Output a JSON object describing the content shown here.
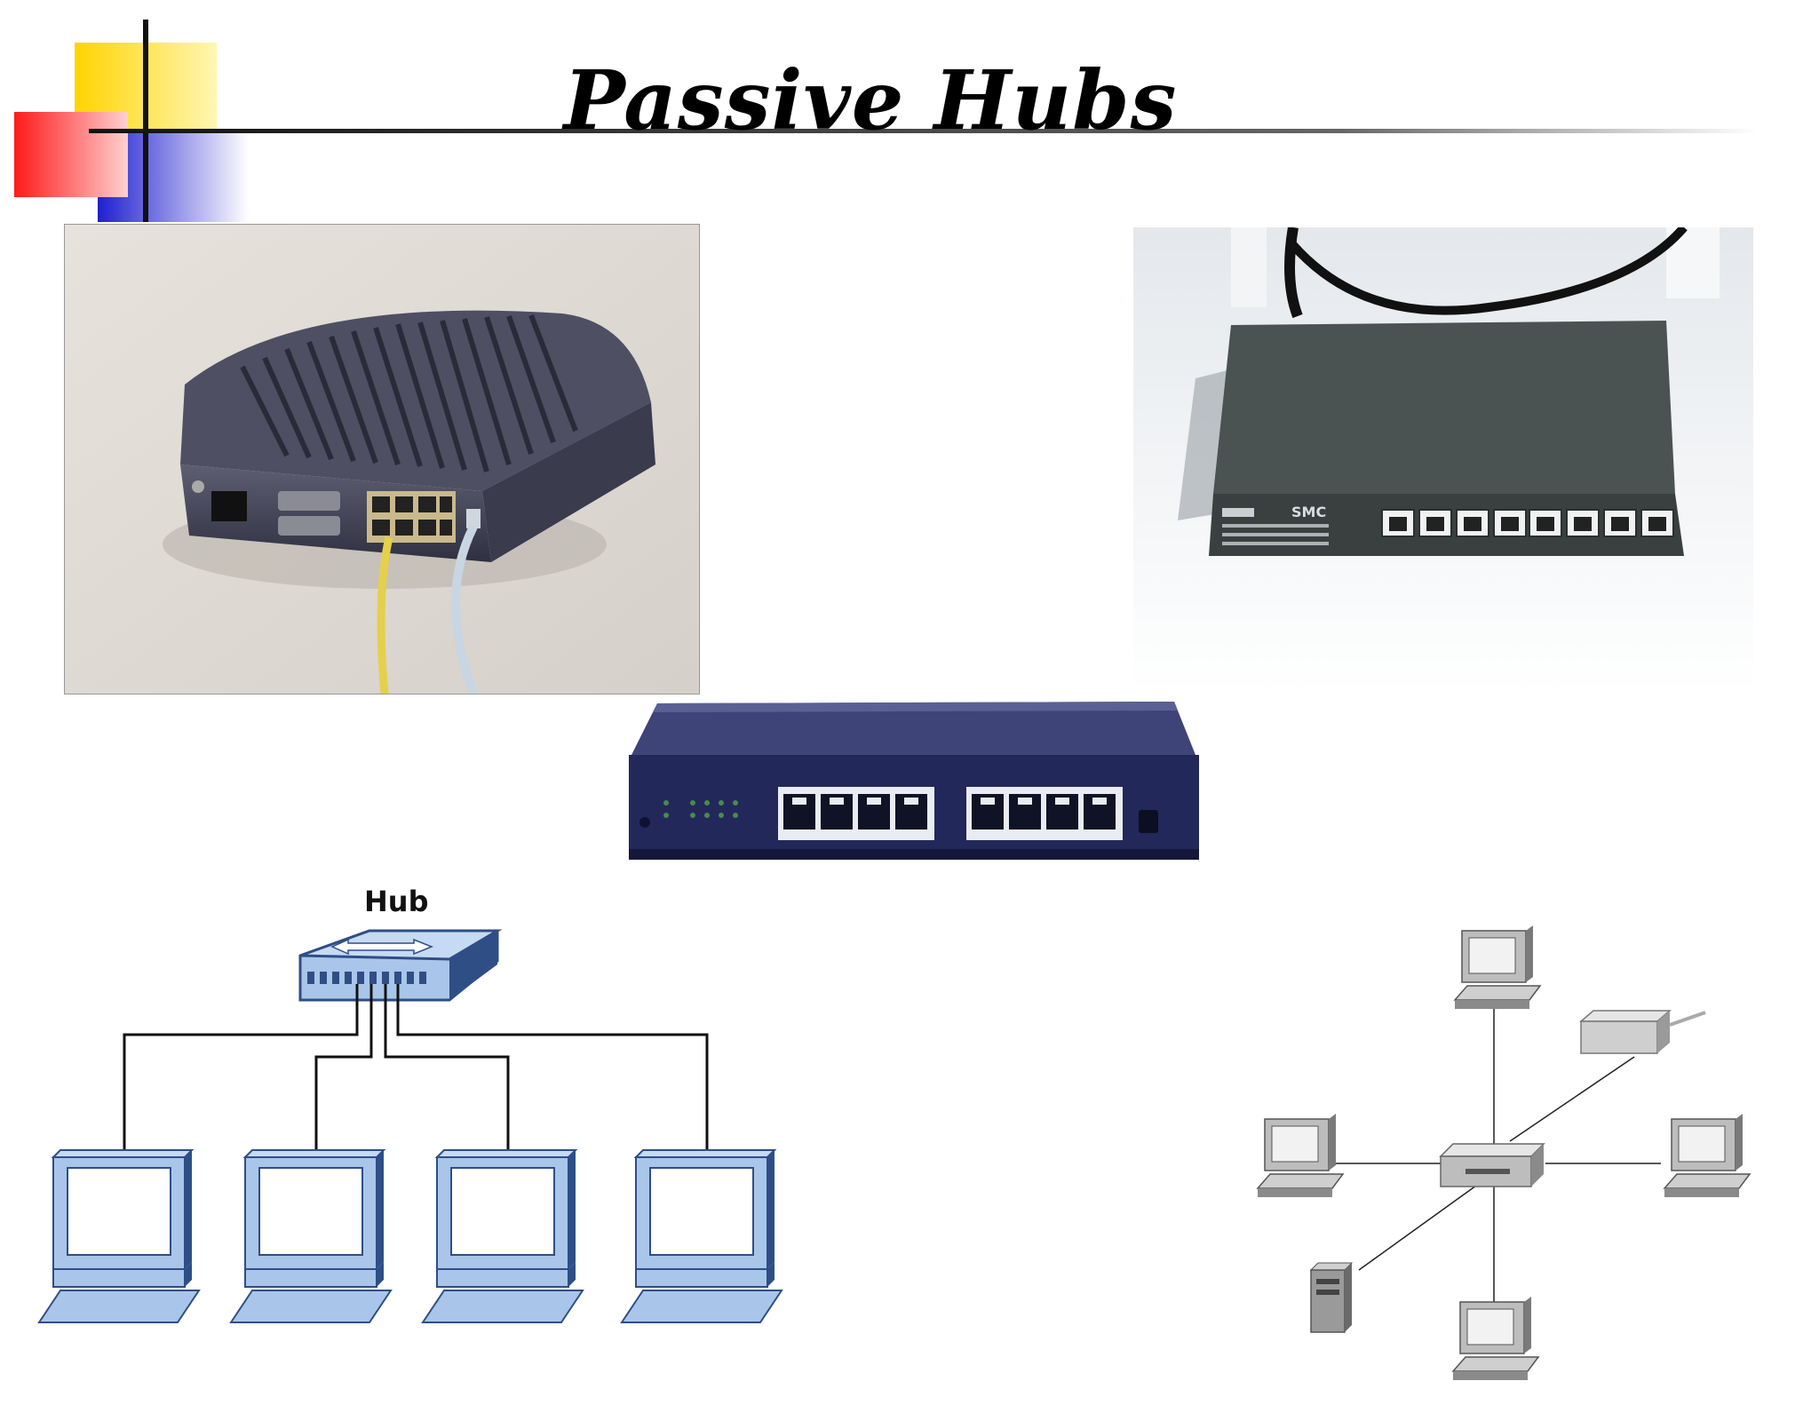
{
  "slide": {
    "title": "Passive Hubs"
  },
  "diagram_left": {
    "hub_label": "Hub",
    "computer_count": 4
  },
  "photos": {
    "top_right_brand": "SMC"
  },
  "colors": {
    "accent_yellow": "#ffd400",
    "accent_red": "#ff2a2a",
    "accent_blue": "#2d2dd6",
    "diagram_blue": "#a9c6ea",
    "diagram_outline": "#2f4e86"
  }
}
